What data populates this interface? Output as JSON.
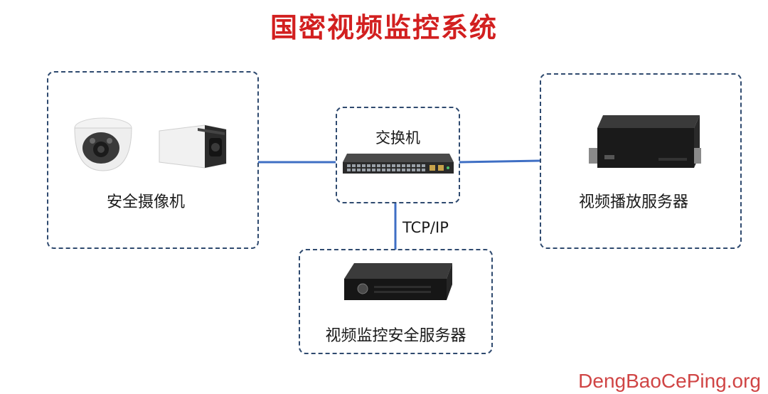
{
  "title": "国密视频监控系统",
  "nodes": {
    "cameras": {
      "label": "安全摄像机"
    },
    "switch": {
      "label": "交换机"
    },
    "playback_server": {
      "label": "视频播放服务器"
    },
    "security_server": {
      "label": "视频监控安全服务器"
    }
  },
  "links": {
    "switch_to_security": {
      "label": "TCP/IP"
    }
  },
  "watermark": "DengBaoCePing.org",
  "colors": {
    "title": "#d21f1f",
    "link": "#3f6fc4",
    "box_border": "#2f4a6f",
    "watermark": "#d04545"
  }
}
